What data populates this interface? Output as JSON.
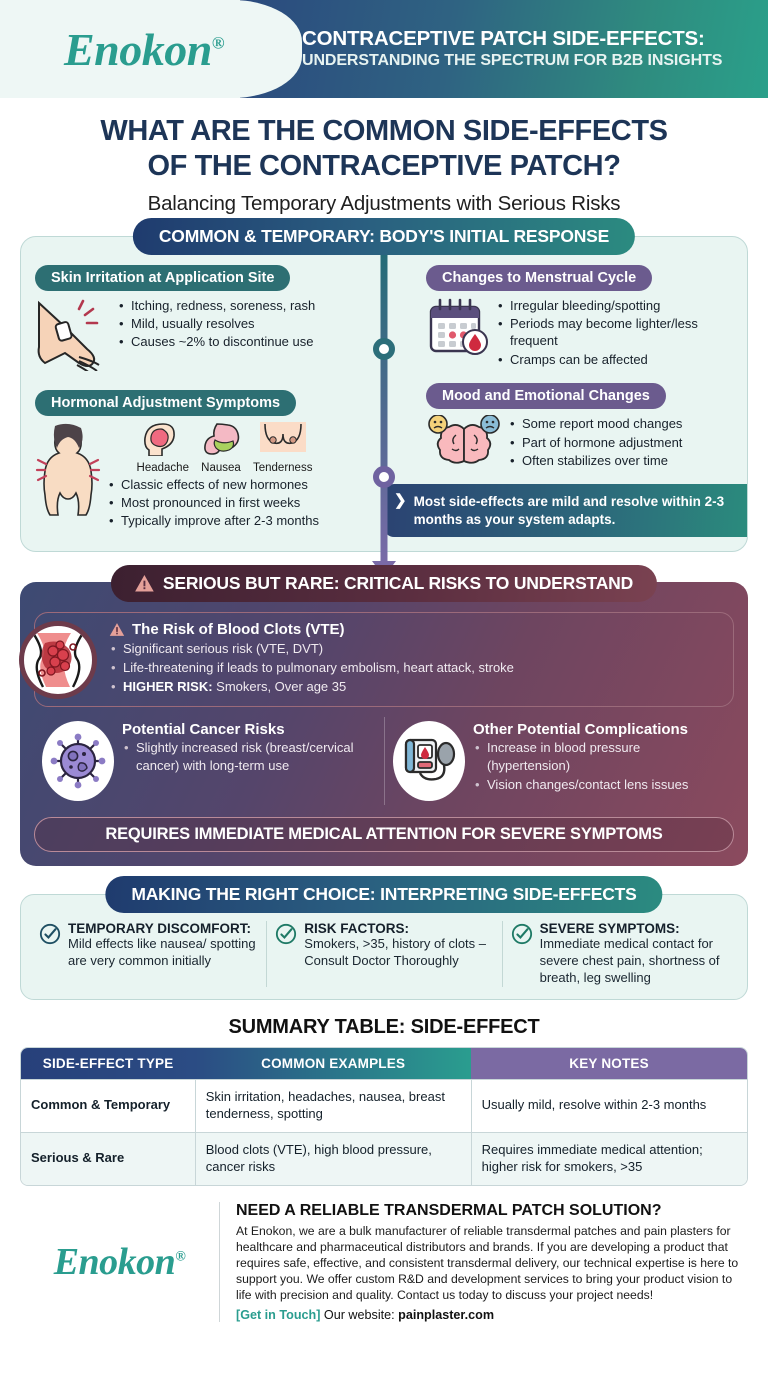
{
  "header": {
    "brand": "Enokon",
    "brand_mark": "®",
    "title": "CONTRACEPTIVE PATCH SIDE-EFFECTS:",
    "subtitle": "UNDERSTANDING THE SPECTRUM FOR B2B INSIGHTS",
    "accent_teal": "#2a9d8f",
    "accent_navy": "#1d3557"
  },
  "hero": {
    "title_line1": "WHAT ARE THE COMMON SIDE-EFFECTS",
    "title_line2": "OF THE CONTRACEPTIVE PATCH?",
    "subtitle": "Balancing Temporary Adjustments with Serious Risks"
  },
  "section_common": {
    "heading": "COMMON & TEMPORARY: BODY'S INITIAL RESPONSE",
    "cards": [
      {
        "label": "Skin Irritation at Application Site",
        "icon": "arm-patch-icon",
        "bullets": [
          "Itching, redness, soreness, rash",
          "Mild, usually resolves",
          "Causes ~2% to discontinue use"
        ]
      },
      {
        "label": "Changes to Menstrual Cycle",
        "icon": "calendar-blood-drop-icon",
        "bullets": [
          "Irregular bleeding/spotting",
          "Periods may become lighter/less frequent",
          "Cramps can be affected"
        ]
      },
      {
        "label": "Hormonal Adjustment Symptoms",
        "icon": "female-body-icon",
        "symptoms": [
          {
            "icon": "head-brain-icon",
            "caption": "Headache"
          },
          {
            "icon": "stomach-icon",
            "caption": "Nausea"
          },
          {
            "icon": "breast-icon",
            "caption": "Tenderness"
          }
        ],
        "bullets": [
          "Classic effects of new hormones",
          "Most pronounced in first weeks",
          "Typically improve after 2-3 months"
        ]
      },
      {
        "label": "Mood and Emotional Changes",
        "icon": "brain-emoji-icon",
        "bullets": [
          "Some report mood changes",
          "Part of hormone adjustment",
          "Often stabilizes over time"
        ]
      }
    ],
    "note": "Most side-effects are mild and resolve within 2-3 months as your system adapts."
  },
  "section_serious": {
    "heading": "SERIOUS BUT RARE: CRITICAL RISKS TO UNDERSTAND",
    "heading_icon": "warning-triangle-icon",
    "vte": {
      "title": "The Risk of Blood Clots (VTE)",
      "title_icon": "warning-triangle-icon",
      "icon": "blood-clot-vessel-icon",
      "bullets": [
        "Significant serious risk (VTE, DVT)",
        "Life-threatening if leads to pulmonary embolism, heart attack, stroke"
      ],
      "bullet_bold_label": "HIGHER RISK:",
      "bullet_bold_rest": " Smokers, Over age 35"
    },
    "risks": [
      {
        "title": "Potential Cancer Risks",
        "icon": "cancer-cell-icon",
        "bullets": [
          "Slightly increased risk (breast/cervical cancer) with long-term use"
        ]
      },
      {
        "title": "Other Potential Complications",
        "icon": "blood-pressure-monitor-icon",
        "bullets": [
          "Increase in blood pressure (hypertension)",
          "Vision changes/contact lens issues"
        ]
      }
    ],
    "banner": "REQUIRES IMMEDIATE MEDICAL ATTENTION FOR SEVERE SYMPTOMS"
  },
  "section_choice": {
    "heading": "MAKING THE RIGHT CHOICE: INTERPRETING SIDE-EFFECTS",
    "items": [
      {
        "icon": "check-circle-icon",
        "title": "TEMPORARY DISCOMFORT:",
        "text": "Mild effects like nausea/ spotting are very common initially"
      },
      {
        "icon": "check-circle-icon",
        "title": "RISK FACTORS:",
        "text": "Smokers, >35, history of clots – Consult Doctor Thoroughly"
      },
      {
        "icon": "check-circle-icon",
        "title": "SEVERE SYMPTOMS:",
        "text": "Immediate medical contact for severe chest pain, shortness of breath, leg swelling"
      }
    ]
  },
  "summary_table": {
    "title": "SUMMARY TABLE: SIDE-EFFECT",
    "columns": [
      "SIDE-EFFECT TYPE",
      "COMMON EXAMPLES",
      "KEY NOTES"
    ],
    "rows": [
      {
        "type": "Common & Temporary",
        "examples": "Skin irritation, headaches, nausea, breast tenderness, spotting",
        "notes": "Usually mild, resolve within 2-3 months"
      },
      {
        "type": "Serious & Rare",
        "examples": "Blood clots (VTE), high blood pressure, cancer risks",
        "notes": "Requires immediate medical attention; higher risk for smokers, >35"
      }
    ]
  },
  "footer": {
    "brand": "Enokon",
    "brand_mark": "®",
    "title": "NEED A RELIABLE TRANSDERMAL PATCH SOLUTION?",
    "body": "At Enokon, we are a bulk manufacturer of reliable transdermal patches and pain plasters for healthcare and pharmaceutical distributors and brands. If you are developing a product that requires safe, effective, and consistent transdermal delivery, our technical expertise is here to support you. We offer custom R&D and development services to bring your product vision to life with precision and quality. Contact us today to discuss your project needs!",
    "cta": "[Get in Touch]",
    "website_label": "Our website:",
    "website": "painplaster.com"
  }
}
